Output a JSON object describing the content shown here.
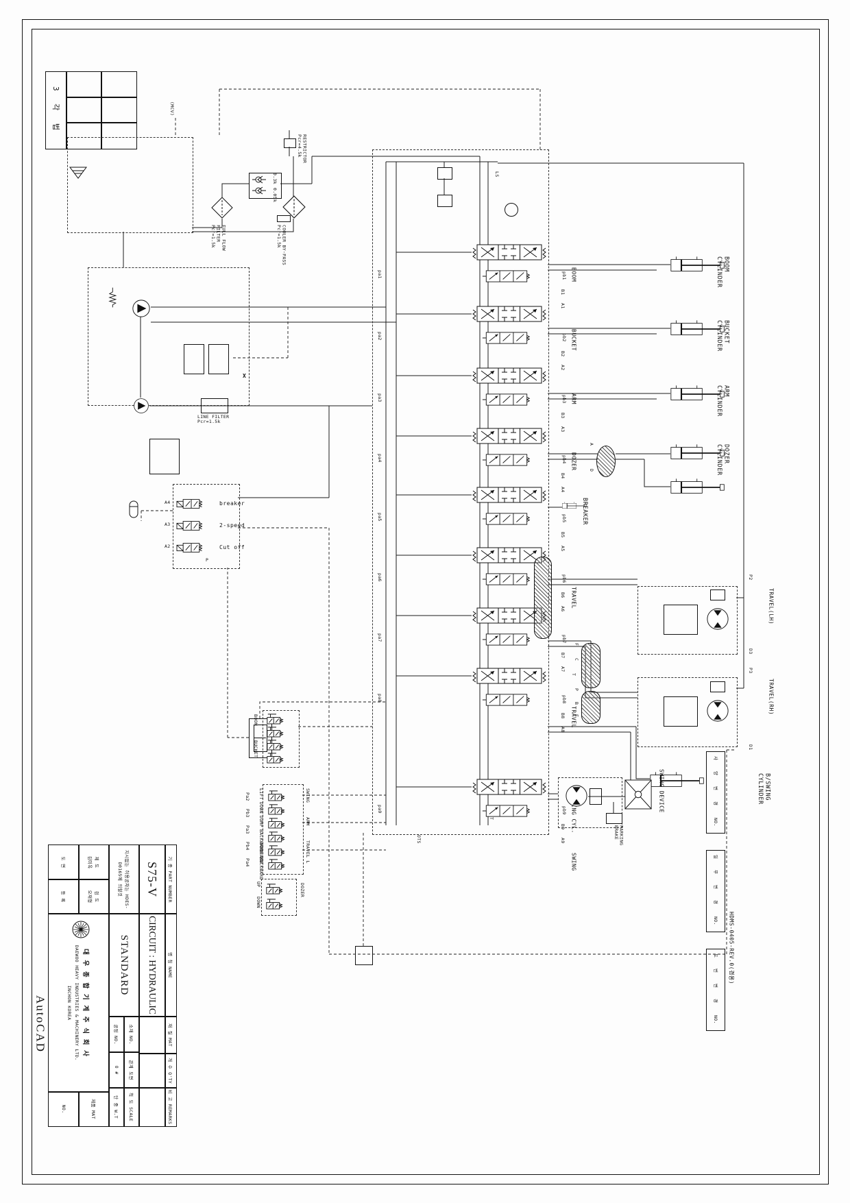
{
  "frame": {
    "projection": "3 각 법",
    "autocad_label": "AutoCAD",
    "doc_no": "HDMS-0405-REV.0(겸용)",
    "rev_strip_a": [
      "사",
      "양",
      "변",
      "경",
      "NO."
    ],
    "rev_strip_b": [
      "일",
      "부",
      "변",
      "경",
      "NO."
    ],
    "rev_strip_c": [
      "도",
      "번",
      "변",
      "경",
      "NO."
    ]
  },
  "title_block": {
    "part_number_label": "기 종  PART NUMBER",
    "model": "S75-V",
    "name_label": "명 칭  NAME",
    "name_value": "CIRCUIT : HYDRAULIC",
    "type_value": "STANDARD",
    "mat_label": "재 질  MAT",
    "qty_label": "개 수  Q'TY",
    "remarks_label": "비 고  REMARKS",
    "scale_label": "척 도  SCALE",
    "weight_label": "단 중  W.T",
    "tolerance_note": "지시없는 허용공차는\nHDES-D0165에 의할것",
    "drafter_label": "제 도",
    "drafter_name": "김미옥",
    "checker_label": "검 도",
    "checker_name": "오재형",
    "drawing_label": "도 면",
    "register_label": "등 록",
    "stock_no_label": "소재 NO.",
    "process_no_label": "공정 NO.",
    "related_dwg_label": "관계 도면",
    "o_sharp": "O  #",
    "mat_no_label": "제품 MAT",
    "no_label": "NO.",
    "company_ko": "대 우 종 합 기 계 주 식 회 사",
    "company_en": "DAEWOO HEAVY INDUSTRIES & MACHINERY LTD.",
    "company_loc": "INCHON  KOREA"
  },
  "supply": {
    "mcv_tag": "(MCV)",
    "restrictor": "RESTRICTOR\nPcr=4.5k",
    "cooler": "COOLER BY-PASS\nPcr=1.5k",
    "full_flow_filter": "FULL FLOW\nFILTER\nPcr=1.5k",
    "check_hi": "0.3k",
    "check_lo": "0.05k",
    "line_filter": "LINE FILTER\nPcr=1.5k",
    "x_mark": "X"
  },
  "pilot": {
    "sol_labels": [
      "breaker",
      "2-speed",
      "Cut off"
    ],
    "sol_ports": [
      "A4",
      "A3",
      "A2",
      "P"
    ]
  },
  "mcv": {
    "ls": "LS",
    "t": "T",
    "ots": "OTS",
    "sections": [
      {
        "label": "BOOM",
        "pa": "pa1",
        "pb": "pb1",
        "b": "B1",
        "a": "A1"
      },
      {
        "label": "BUCKET",
        "pa": "pa2",
        "pb": "pb2",
        "b": "B2",
        "a": "A2"
      },
      {
        "label": "ARM",
        "pa": "pa3",
        "pb": "pb3",
        "b": "B3",
        "a": "A3"
      },
      {
        "label": "DOZER",
        "pa": "pa4",
        "pb": "pb4",
        "b": "B4",
        "a": "A4"
      },
      {
        "label": "",
        "pa": "pa5",
        "pb": "pb5",
        "b": "B5",
        "a": "A5"
      },
      {
        "label": "TRAVEL",
        "pa": "pa6",
        "pb": "pb6",
        "b": "B6",
        "a": "A6"
      },
      {
        "label": "TRAVEL",
        "pa": "pa7",
        "pb": "pb7",
        "b": "B7",
        "a": "A7"
      },
      {
        "label": "B/SWING CYL.",
        "pa": "pa8",
        "pb": "pb8",
        "b": "B8",
        "a": "A8"
      },
      {
        "label": "SWING",
        "pa": "pa9",
        "pb": "pb9",
        "b": "B9",
        "a": "A9"
      }
    ]
  },
  "actuators": {
    "boom": "BOOM\nCYLINDER",
    "bucket": "BUCKET\nCYLINDER",
    "arm": "ARM\nCYLINDER",
    "dozer": "DOZER\nCYLINDER",
    "bswing": "B/SWING\nCYLINDER",
    "breaker": "BREAKER",
    "travel_lh": "TRAVEL(LH)",
    "travel_rh": "TRAVEL(RH)",
    "swing_device": "SWING DEVICE",
    "parking_brake": "PARKING\nBRAKE",
    "joint_ports": [
      "F",
      "C",
      "T",
      "P",
      "B",
      "E"
    ],
    "dozer_joint": [
      "A",
      "D"
    ],
    "travel_ports": [
      "P2",
      "D3",
      "P3",
      "D1"
    ]
  },
  "rcv": {
    "top_labels": [
      "BOOM",
      "BUCKET"
    ],
    "actions": [
      "LIFT",
      "DOWN",
      "DUMP",
      "BACKWARD",
      "FORWARD",
      "BACKWARD"
    ],
    "groups": [
      "SWING",
      "ARM",
      "TRAVEL L"
    ],
    "dozer_actions": [
      "UP",
      "DOWN"
    ],
    "dozer_group": "DOZER",
    "ports": [
      "Pa2",
      "Pb3",
      "Pa3",
      "Pb4",
      "Pa4"
    ]
  }
}
